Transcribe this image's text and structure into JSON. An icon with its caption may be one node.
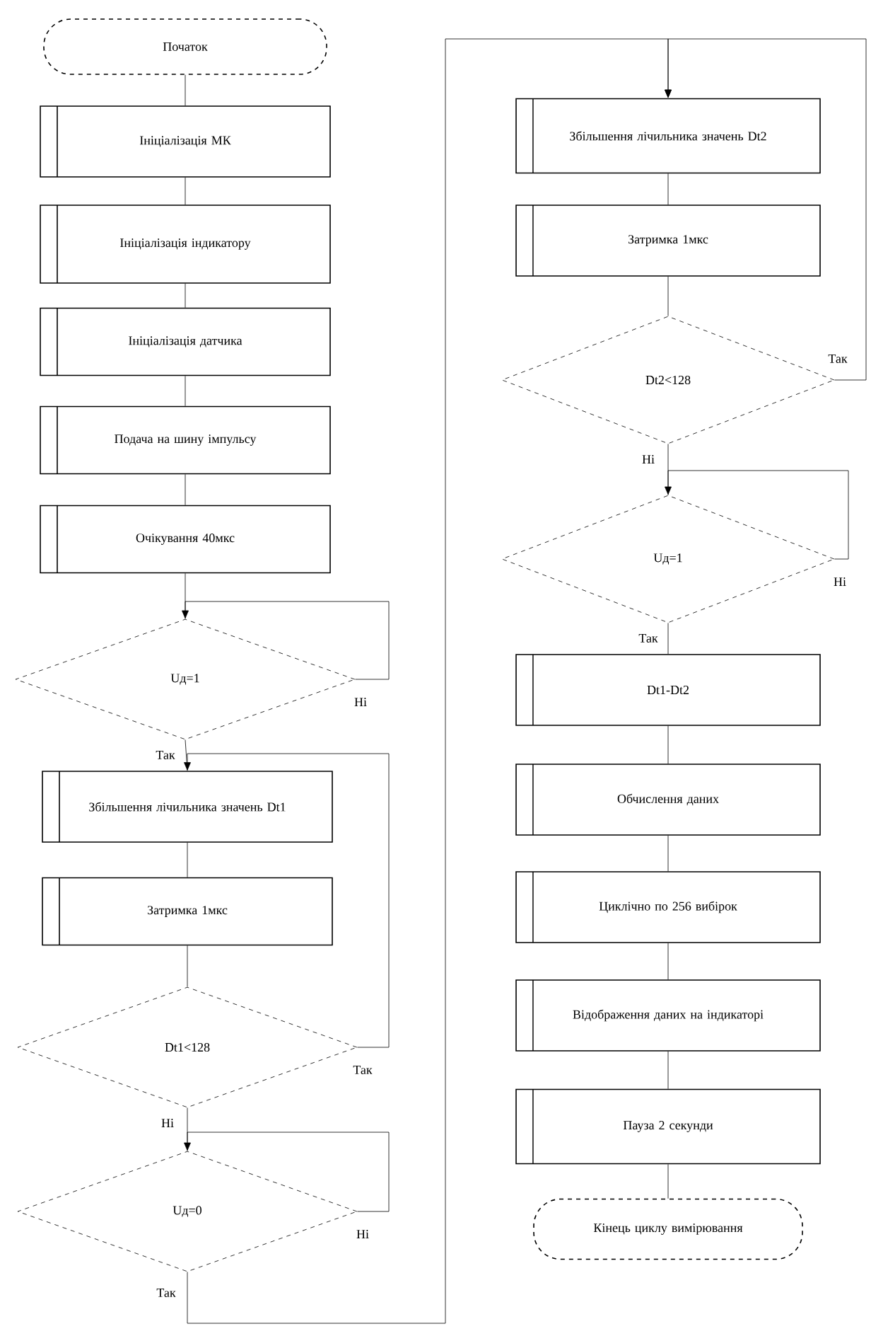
{
  "diagram": {
    "nodes": [
      {
        "text": [
          "Початок"
        ]
      },
      {
        "text": [
          "Ініціалізація МК"
        ]
      },
      {
        "text": [
          "Ініціалізація індикатору"
        ]
      },
      {
        "text": [
          "Ініціалізація датчика"
        ]
      },
      {
        "text": [
          "Подача на шину імпульсу"
        ]
      },
      {
        "text": [
          "Очікування 40мкс"
        ]
      },
      {
        "text": [
          "Uд=1"
        ]
      },
      {
        "text": [
          "Збільшення лічильника значень Dt1"
        ]
      },
      {
        "text": [
          "Затримка 1мкс"
        ]
      },
      {
        "text": [
          "Dt1<128"
        ]
      },
      {
        "text": [
          "Uд=0"
        ]
      },
      {
        "text": [
          "Збільшення лічильника значень Dt2"
        ]
      },
      {
        "text": [
          "Затримка 1мкс"
        ]
      },
      {
        "text": [
          "Dt2<128"
        ]
      },
      {
        "text": [
          "Uд=1"
        ]
      },
      {
        "text": [
          "Dt1-Dt2"
        ]
      },
      {
        "text": [
          "Обчислення даних"
        ]
      },
      {
        "text": [
          "Циклічно по 256 вибірок"
        ]
      },
      {
        "text": [
          "Відображення даних на індикаторі"
        ]
      },
      {
        "text": [
          "Пауза 2 секунди"
        ]
      },
      {
        "text": [
          "Кінець циклу вимірювання"
        ]
      }
    ],
    "edges": [
      {
        "from": 0,
        "to": 1,
        "arrow": "none"
      },
      {
        "from": 1,
        "to": 2,
        "arrow": "none"
      },
      {
        "from": 2,
        "to": 3,
        "arrow": "none"
      },
      {
        "from": 3,
        "to": 4,
        "arrow": "none"
      },
      {
        "from": 4,
        "to": 5,
        "arrow": "none"
      },
      {
        "from": 5,
        "to": 6,
        "arrow": "none"
      },
      {
        "from": 6,
        "to": 6,
        "arrow": "to",
        "label": "Ні"
      },
      {
        "from": 6,
        "to": 7,
        "arrow": "none",
        "label": "Так"
      },
      {
        "from": 7,
        "to": 8,
        "arrow": "none"
      },
      {
        "from": 8,
        "to": 9,
        "arrow": "none"
      },
      {
        "from": 9,
        "to": 7,
        "arrow": "to",
        "label": "Так"
      },
      {
        "from": 9,
        "to": 10,
        "arrow": "none",
        "label": "Ні"
      },
      {
        "from": 10,
        "to": 10,
        "arrow": "to",
        "label": "Ні"
      },
      {
        "from": 10,
        "to": 11,
        "arrow": "to",
        "label": "Так"
      },
      {
        "from": 11,
        "to": 12,
        "arrow": "none"
      },
      {
        "from": 12,
        "to": 13,
        "arrow": "none"
      },
      {
        "from": 13,
        "to": 11,
        "arrow": "to",
        "label": "Так"
      },
      {
        "from": 13,
        "to": 14,
        "arrow": "none",
        "label": "Ні"
      },
      {
        "from": 14,
        "to": 14,
        "arrow": "to",
        "label": "Ні"
      },
      {
        "from": 14,
        "to": 15,
        "arrow": "none",
        "label": "Так"
      },
      {
        "from": 15,
        "to": 16,
        "arrow": "none"
      },
      {
        "from": 16,
        "to": 17,
        "arrow": "none"
      },
      {
        "from": 17,
        "to": 18,
        "arrow": "none"
      },
      {
        "from": 18,
        "to": 19,
        "arrow": "none"
      },
      {
        "from": 19,
        "to": 20,
        "arrow": "none"
      }
    ]
  }
}
